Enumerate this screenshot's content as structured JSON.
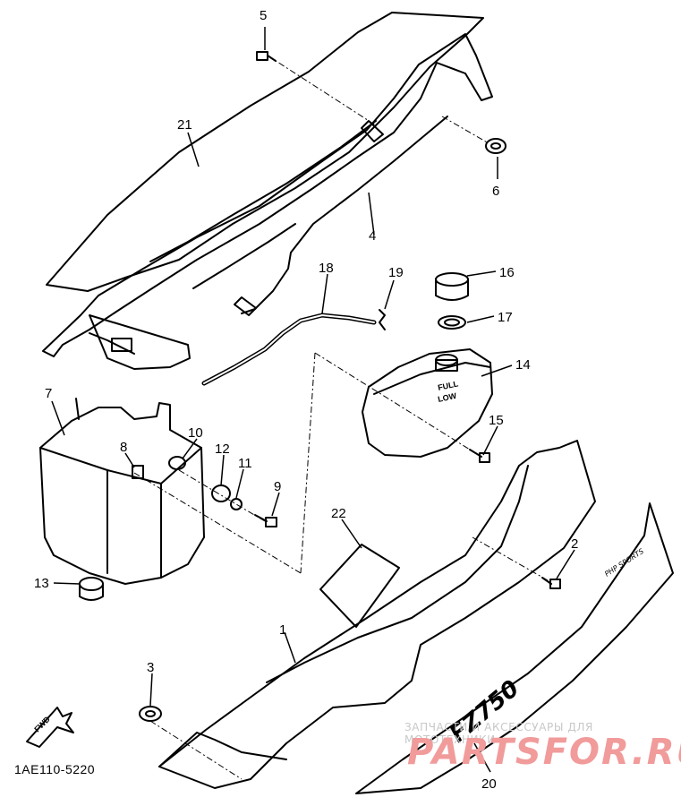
{
  "diagram": {
    "drawing_code": "1AE110-5220",
    "callouts": [
      "1",
      "2",
      "3",
      "4",
      "5",
      "6",
      "7",
      "8",
      "9",
      "10",
      "11",
      "12",
      "13",
      "14",
      "15",
      "16",
      "17",
      "18",
      "19",
      "20",
      "21",
      "22"
    ],
    "fwd_label": "FWD",
    "tank_full": "FULL",
    "tank_low": "LOW",
    "cover_badge": "FZ750",
    "cover_small_text": "PHP SPORTS"
  },
  "watermark": {
    "line1": "ЗАПЧАСТИ И АКСЕССУАРЫ ДЛЯ МОТОТЕХНИКИ",
    "line2": "PARTSFOR.RU",
    "color": "#f19b9b"
  }
}
